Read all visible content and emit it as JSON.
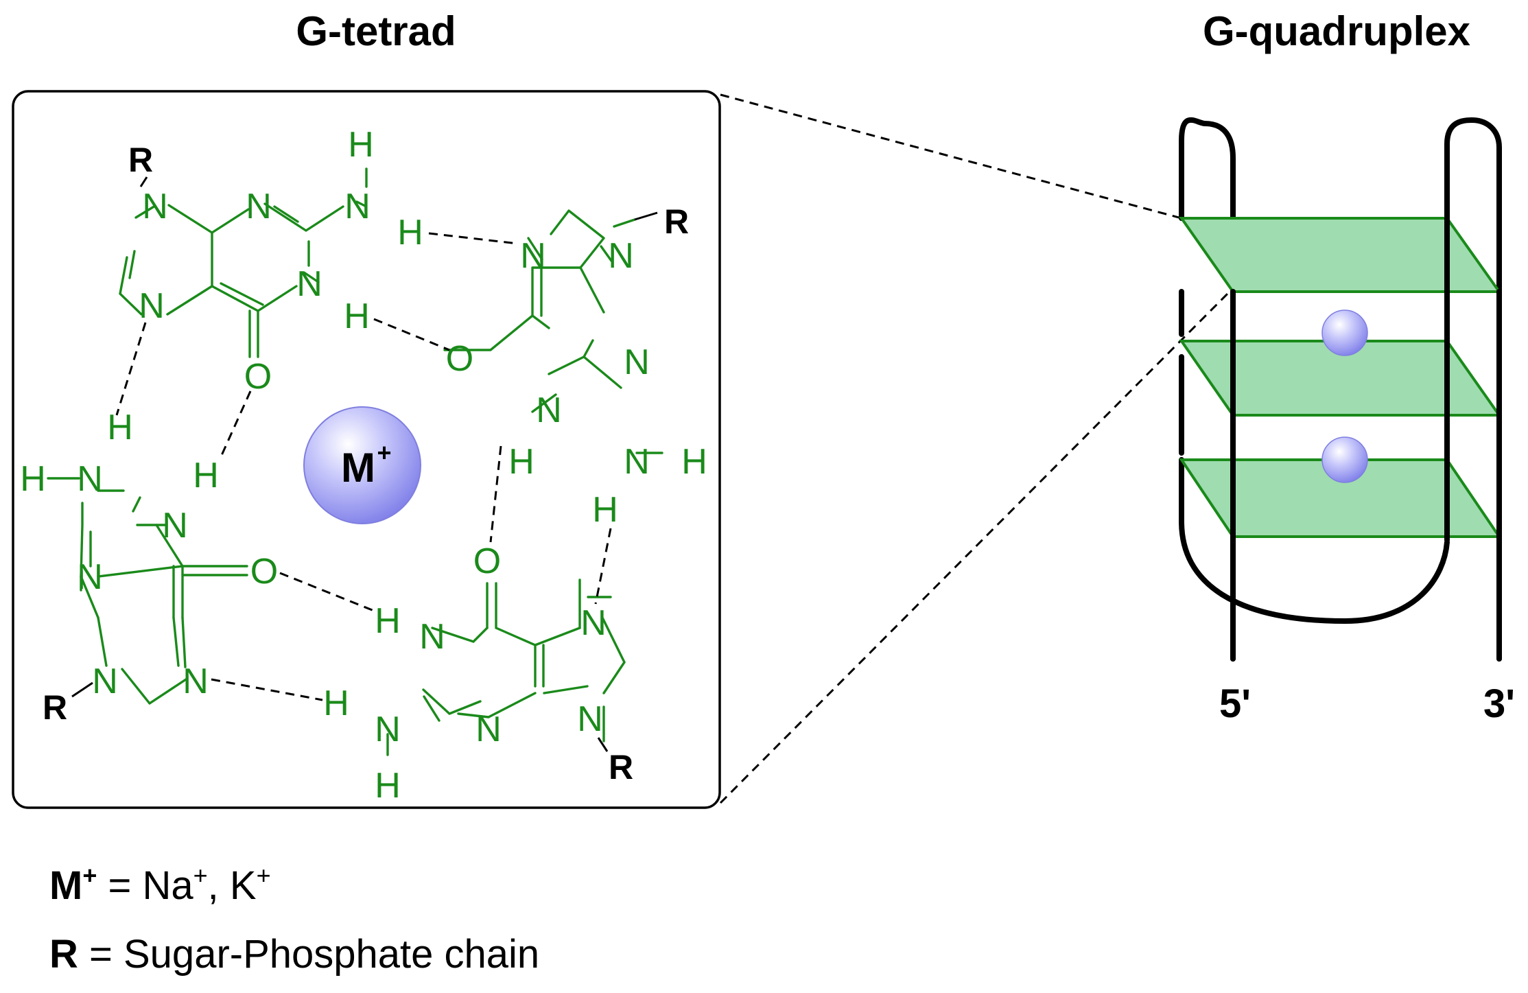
{
  "titles": {
    "tetrad": "G-tetrad",
    "quadruplex": "G-quadruplex"
  },
  "atoms": {
    "N": "N",
    "H": "H",
    "O": "O",
    "R": "R"
  },
  "ion": {
    "label": "M",
    "charge": "+"
  },
  "strand_ends": {
    "five_prime": "5'",
    "three_prime": "3'"
  },
  "legend": {
    "m_symbol": "M",
    "m_charge": "+",
    "m_equals": " = Na",
    "m_plus_1": "+",
    "m_sep": ", K",
    "m_plus_2": "+",
    "r_symbol": "R",
    "r_text": " = Sugar-Phosphate chain"
  },
  "colors": {
    "molecule": "#1a8a1a",
    "tetrad_fill": "#9fdcb0",
    "ion": "#8f8ff0"
  }
}
